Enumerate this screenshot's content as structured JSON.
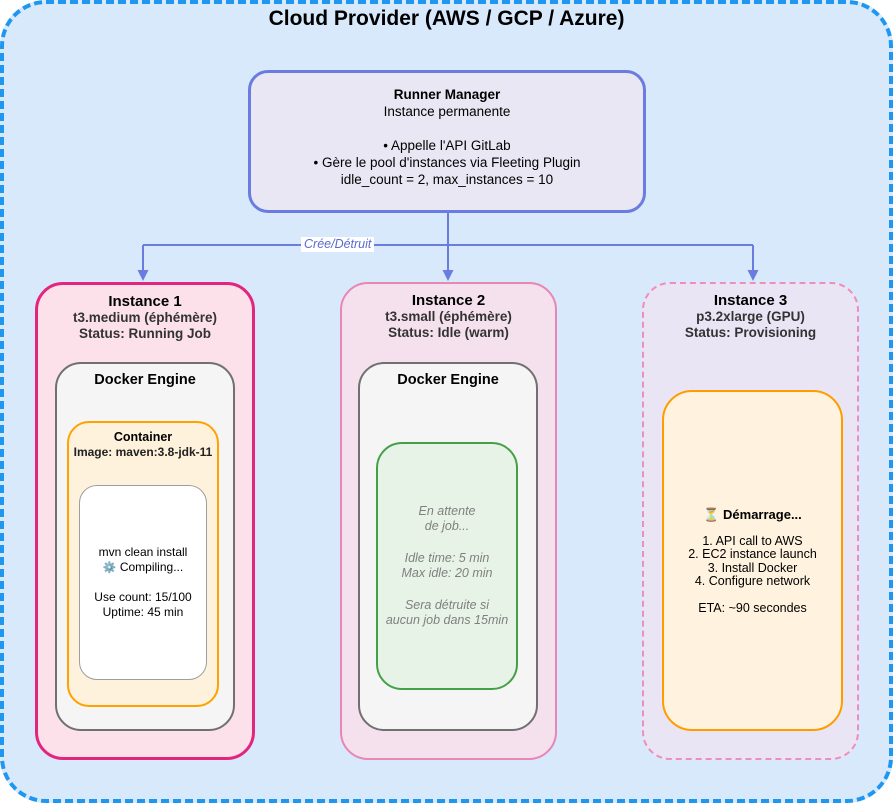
{
  "title": "Cloud Provider (AWS / GCP / Azure)",
  "colors": {
    "outer_border": "#1f97f1",
    "outer_fill": "#d7e9fb",
    "manager_border": "#6b7ce0",
    "manager_fill": "#e9e7f3",
    "arrow": "#6b7ce0",
    "instance1_border": "#e3257d",
    "instance1_fill": "#fce1ea",
    "instance2_border": "#e886b4",
    "instance2_fill": "#f5e1ee",
    "instance3_border": "#ee8ebc",
    "instance3_fill": "#eae5f4",
    "docker_border": "#707070",
    "docker_fill": "#f5f5f5",
    "container_border": "#ffa200",
    "container_fill": "#fff2dd",
    "idle_border": "#43a047",
    "idle_fill": "#e8f3e7",
    "provision_border": "#ff9d00",
    "provision_fill": "#fff3df"
  },
  "runner_manager": {
    "title": "Runner Manager",
    "subtitle": "Instance permanente",
    "bullet1": "• Appelle l'API GitLab",
    "bullet2": "• Gère le pool d'instances via Fleeting Plugin",
    "config": "idle_count = 2, max_instances = 10"
  },
  "connector": {
    "label": "Crée/Détruit"
  },
  "instance1": {
    "title": "Instance 1",
    "type": "t3.medium (éphémère)",
    "status": "Status: Running Job",
    "docker_label": "Docker Engine",
    "container": {
      "title": "Container",
      "image": "Image: maven:3.8-jdk-11",
      "job": {
        "command": "mvn clean install",
        "compiling_icon": "⚙️",
        "compiling_text": "Compiling...",
        "use_count": "Use count: 15/100",
        "uptime": "Uptime: 45 min"
      }
    }
  },
  "instance2": {
    "title": "Instance 2",
    "type": "t3.small (éphémère)",
    "status": "Status: Idle (warm)",
    "docker_label": "Docker Engine",
    "idle": {
      "line1": "En attente",
      "line2": "de job...",
      "idle_time": "Idle time: 5 min",
      "max_idle": "Max idle: 20 min",
      "destroy1": "Sera détruite si",
      "destroy2": "aucun job dans 15min"
    }
  },
  "instance3": {
    "title": "Instance 3",
    "type": "p3.2xlarge (GPU)",
    "status": "Status: Provisioning",
    "provisioning": {
      "hourglass_icon": "⏳",
      "title": "Démarrage...",
      "steps": [
        "1. API call to AWS",
        "2. EC2 instance launch",
        "3. Install Docker",
        "4. Configure network"
      ],
      "eta": "ETA: ~90 secondes"
    }
  }
}
